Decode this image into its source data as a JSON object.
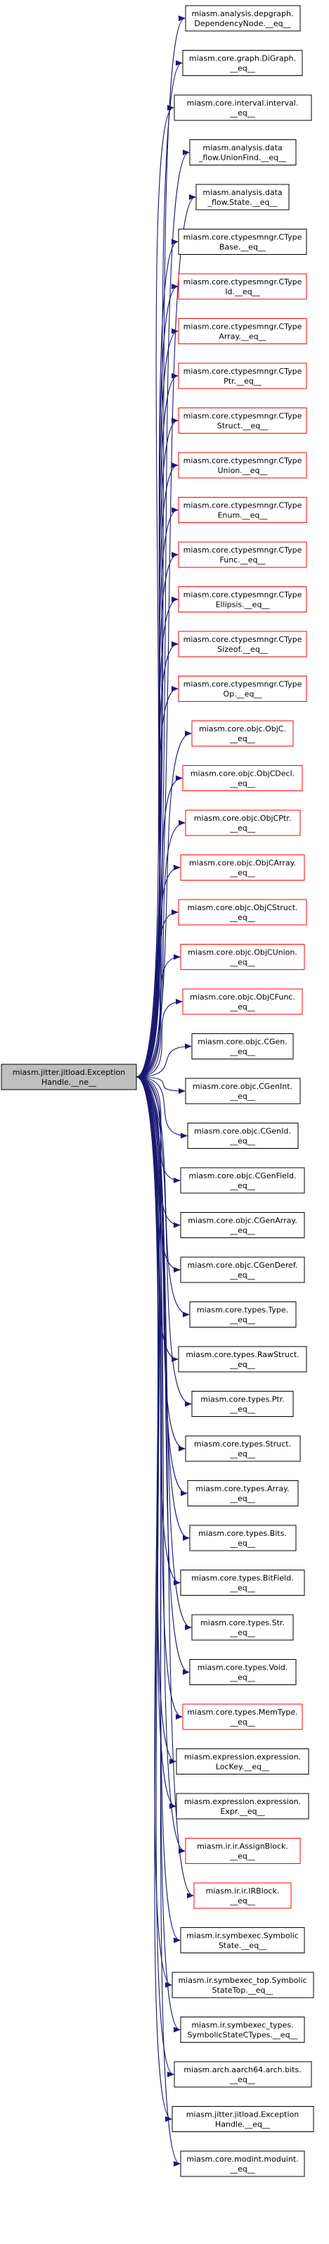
{
  "colors": {
    "edge": "#191970",
    "border_normal": "#000000",
    "border_red": "#ff0000",
    "source_fill": "#bfbfbf",
    "node_fill": "#ffffff"
  },
  "source": {
    "lines": [
      "miasm.jitter.jitload.Exception",
      "Handle.__ne__"
    ]
  },
  "targets": [
    {
      "lines": [
        "miasm.analysis.depgraph.",
        "DependencyNode.__eq__"
      ],
      "border": "black"
    },
    {
      "lines": [
        "miasm.core.graph.DiGraph.",
        "__eq__"
      ],
      "border": "black"
    },
    {
      "lines": [
        "miasm.core.interval.interval.",
        "__eq__"
      ],
      "border": "black"
    },
    {
      "lines": [
        "miasm.analysis.data",
        "_flow.UnionFind.__eq__"
      ],
      "border": "black"
    },
    {
      "lines": [
        "miasm.analysis.data",
        "_flow.State.__eq__"
      ],
      "border": "black"
    },
    {
      "lines": [
        "miasm.core.ctypesmngr.CType",
        "Base.__eq__"
      ],
      "border": "black"
    },
    {
      "lines": [
        "miasm.core.ctypesmngr.CType",
        "Id.__eq__"
      ],
      "border": "red"
    },
    {
      "lines": [
        "miasm.core.ctypesmngr.CType",
        "Array.__eq__"
      ],
      "border": "red"
    },
    {
      "lines": [
        "miasm.core.ctypesmngr.CType",
        "Ptr.__eq__"
      ],
      "border": "red"
    },
    {
      "lines": [
        "miasm.core.ctypesmngr.CType",
        "Struct.__eq__"
      ],
      "border": "red"
    },
    {
      "lines": [
        "miasm.core.ctypesmngr.CType",
        "Union.__eq__"
      ],
      "border": "red"
    },
    {
      "lines": [
        "miasm.core.ctypesmngr.CType",
        "Enum.__eq__"
      ],
      "border": "red"
    },
    {
      "lines": [
        "miasm.core.ctypesmngr.CType",
        "Func.__eq__"
      ],
      "border": "red"
    },
    {
      "lines": [
        "miasm.core.ctypesmngr.CType",
        "Ellipsis.__eq__"
      ],
      "border": "red"
    },
    {
      "lines": [
        "miasm.core.ctypesmngr.CType",
        "Sizeof.__eq__"
      ],
      "border": "red"
    },
    {
      "lines": [
        "miasm.core.ctypesmngr.CType",
        "Op.__eq__"
      ],
      "border": "red"
    },
    {
      "lines": [
        "miasm.core.objc.ObjC.",
        "__eq__"
      ],
      "border": "red"
    },
    {
      "lines": [
        "miasm.core.objc.ObjCDecl.",
        "__eq__"
      ],
      "border": "red"
    },
    {
      "lines": [
        "miasm.core.objc.ObjCPtr.",
        "__eq__"
      ],
      "border": "red"
    },
    {
      "lines": [
        "miasm.core.objc.ObjCArray.",
        "__eq__"
      ],
      "border": "red"
    },
    {
      "lines": [
        "miasm.core.objc.ObjCStruct.",
        "__eq__"
      ],
      "border": "red"
    },
    {
      "lines": [
        "miasm.core.objc.ObjCUnion.",
        "__eq__"
      ],
      "border": "red"
    },
    {
      "lines": [
        "miasm.core.objc.ObjCFunc.",
        "__eq__"
      ],
      "border": "red"
    },
    {
      "lines": [
        "miasm.core.objc.CGen.",
        "__eq__"
      ],
      "border": "black"
    },
    {
      "lines": [
        "miasm.core.objc.CGenInt.",
        "__eq__"
      ],
      "border": "black"
    },
    {
      "lines": [
        "miasm.core.objc.CGenId.",
        "__eq__"
      ],
      "border": "black"
    },
    {
      "lines": [
        "miasm.core.objc.CGenField.",
        "__eq__"
      ],
      "border": "black"
    },
    {
      "lines": [
        "miasm.core.objc.CGenArray.",
        "__eq__"
      ],
      "border": "black"
    },
    {
      "lines": [
        "miasm.core.objc.CGenDeref.",
        "__eq__"
      ],
      "border": "black"
    },
    {
      "lines": [
        "miasm.core.types.Type.",
        "__eq__"
      ],
      "border": "black"
    },
    {
      "lines": [
        "miasm.core.types.RawStruct.",
        "__eq__"
      ],
      "border": "black"
    },
    {
      "lines": [
        "miasm.core.types.Ptr.",
        "__eq__"
      ],
      "border": "black"
    },
    {
      "lines": [
        "miasm.core.types.Struct.",
        "__eq__"
      ],
      "border": "black"
    },
    {
      "lines": [
        "miasm.core.types.Array.",
        "__eq__"
      ],
      "border": "black"
    },
    {
      "lines": [
        "miasm.core.types.Bits.",
        "__eq__"
      ],
      "border": "black"
    },
    {
      "lines": [
        "miasm.core.types.BitField.",
        "__eq__"
      ],
      "border": "black"
    },
    {
      "lines": [
        "miasm.core.types.Str.",
        "__eq__"
      ],
      "border": "black"
    },
    {
      "lines": [
        "miasm.core.types.Void.",
        "__eq__"
      ],
      "border": "black"
    },
    {
      "lines": [
        "miasm.core.types.MemType.",
        "__eq__"
      ],
      "border": "red"
    },
    {
      "lines": [
        "miasm.expression.expression.",
        "LocKey.__eq__"
      ],
      "border": "black"
    },
    {
      "lines": [
        "miasm.expression.expression.",
        "Expr.__eq__"
      ],
      "border": "black"
    },
    {
      "lines": [
        "miasm.ir.ir.AssignBlock.",
        "__eq__"
      ],
      "border": "red"
    },
    {
      "lines": [
        "miasm.ir.ir.IRBlock.",
        "__eq__"
      ],
      "border": "red"
    },
    {
      "lines": [
        "miasm.ir.symbexec.Symbolic",
        "State.__eq__"
      ],
      "border": "black"
    },
    {
      "lines": [
        "miasm.ir.symbexec_top.Symbolic",
        "StateTop.__eq__"
      ],
      "border": "black"
    },
    {
      "lines": [
        "miasm.ir.symbexec_types.",
        "SymbolicStateCTypes.__eq__"
      ],
      "border": "black"
    },
    {
      "lines": [
        "miasm.arch.aarch64.arch.bits.",
        "__eq__"
      ],
      "border": "black"
    },
    {
      "lines": [
        "miasm.jitter.jitload.Exception",
        "Handle.__eq__"
      ],
      "border": "black"
    },
    {
      "lines": [
        "miasm.core.modint.moduint.",
        "__eq__"
      ],
      "border": "black"
    }
  ]
}
